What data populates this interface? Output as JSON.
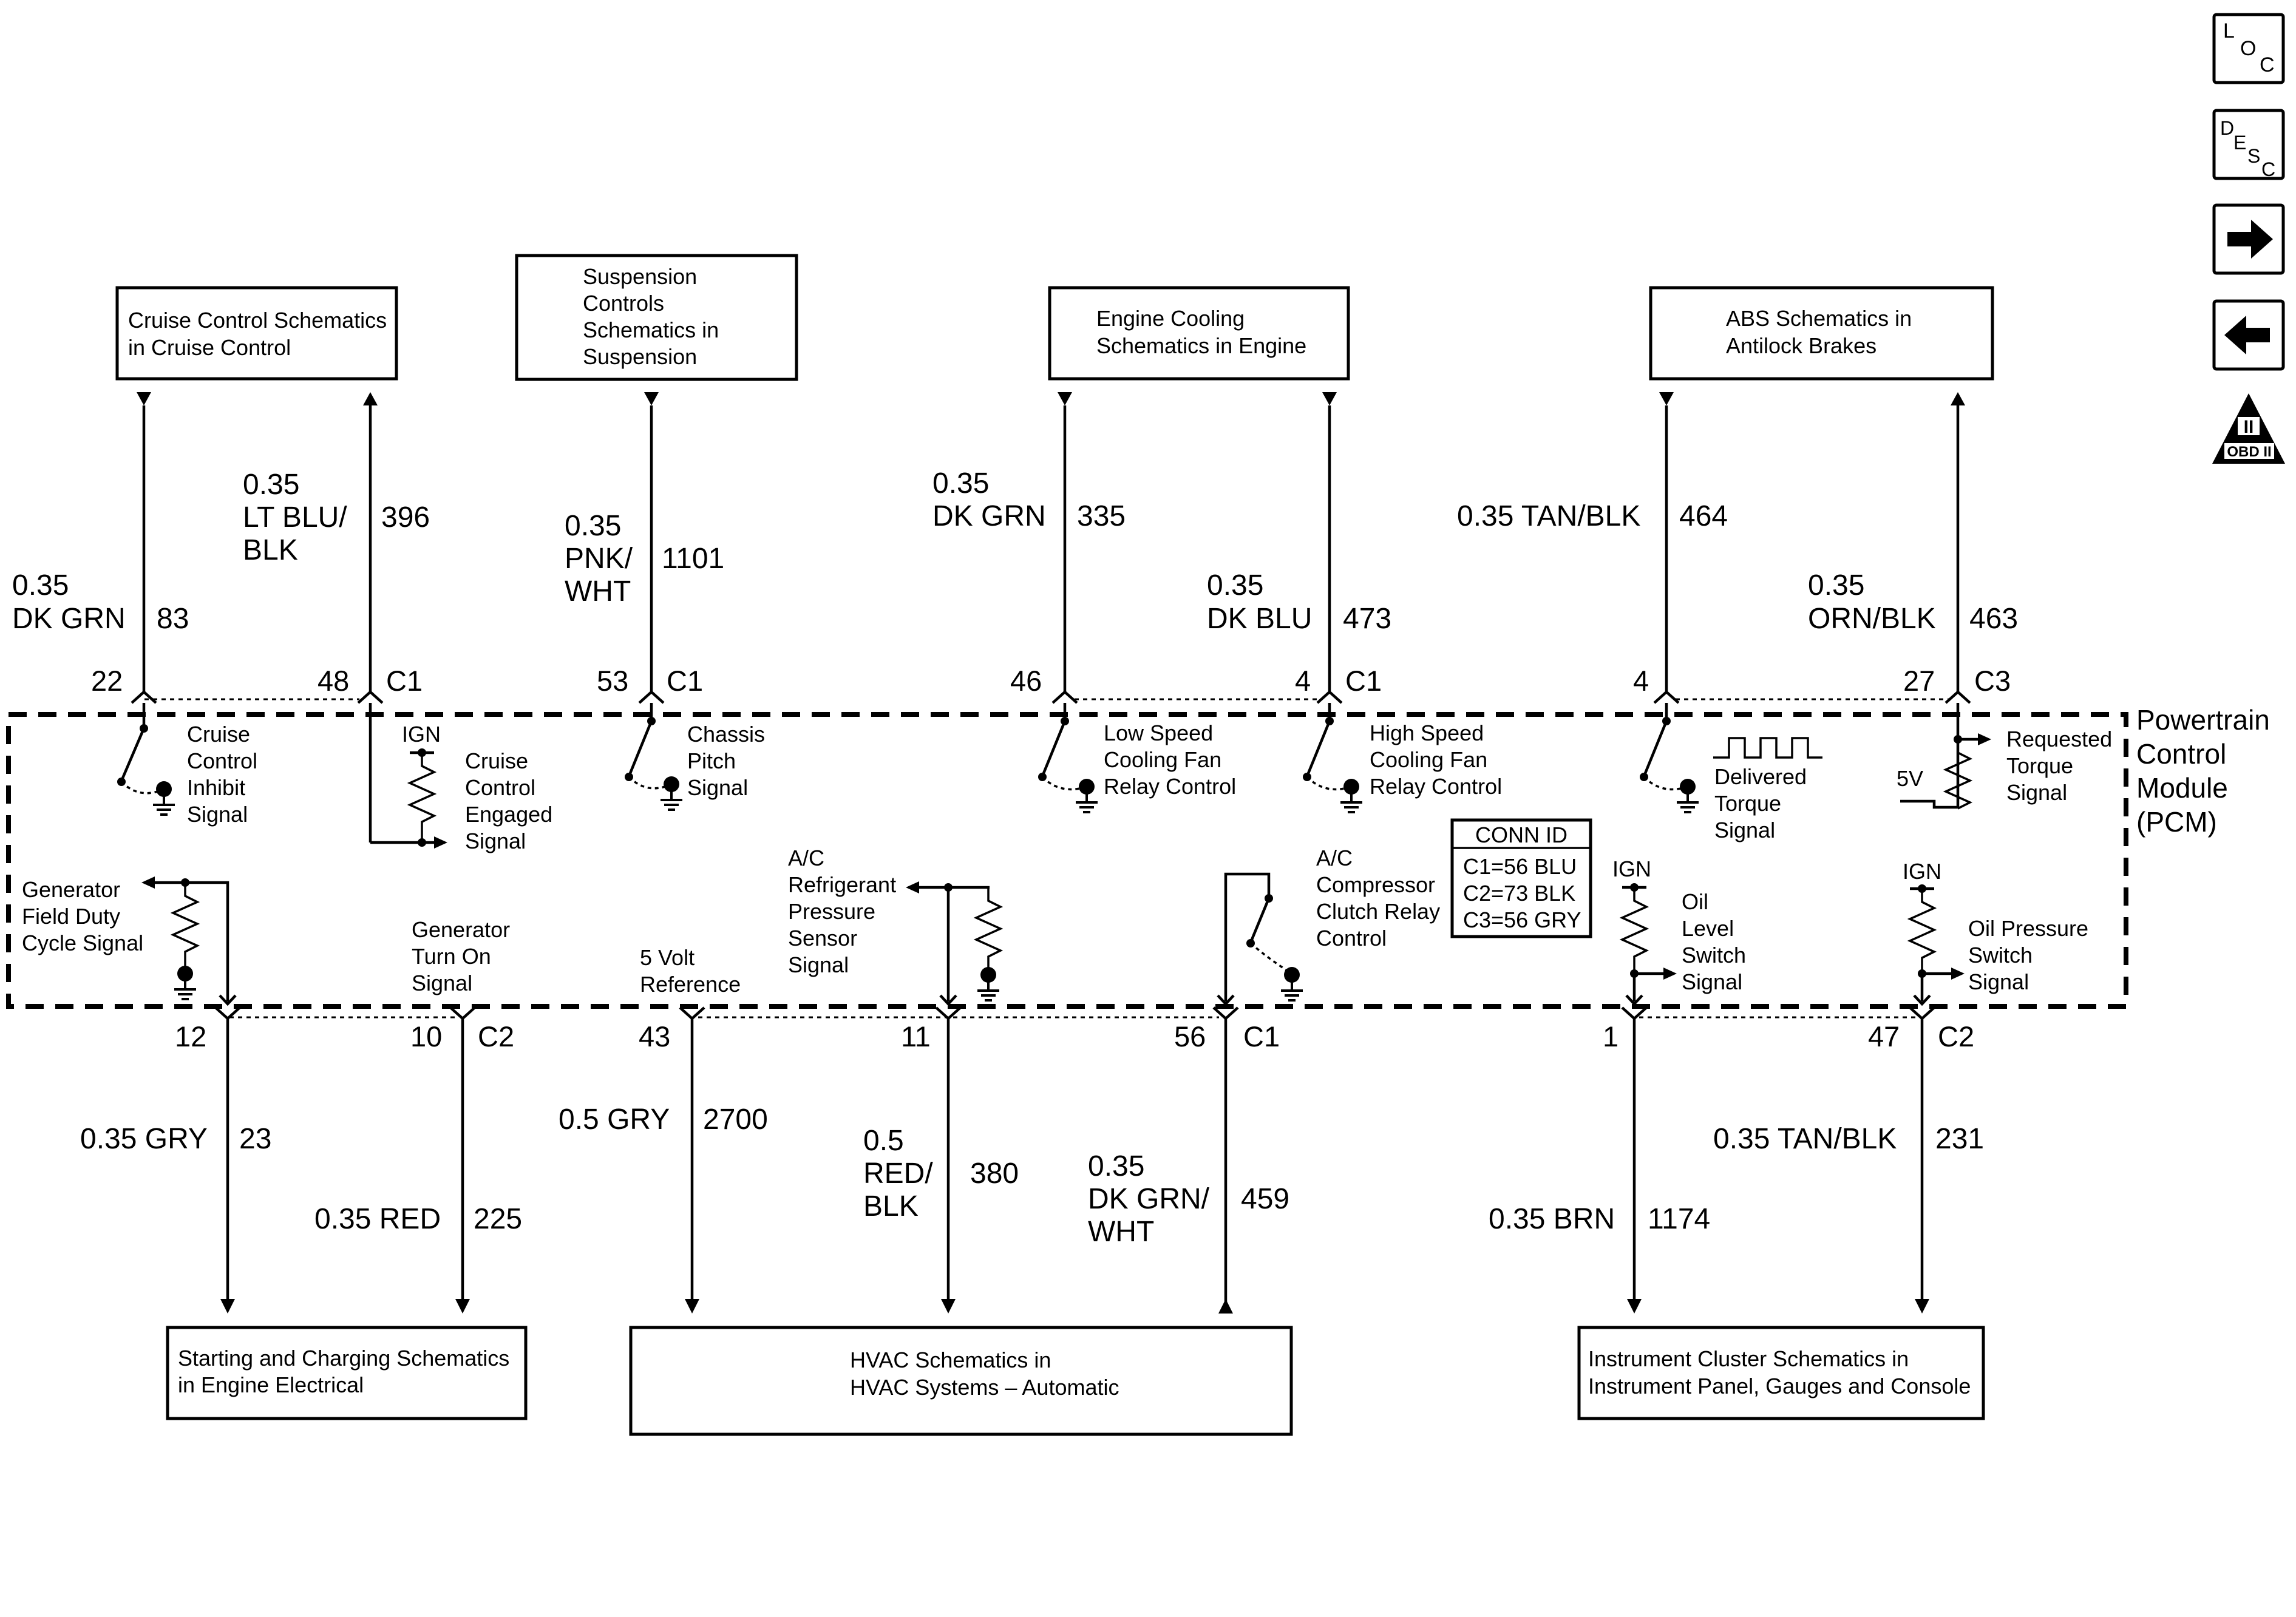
{
  "nav": {
    "loc": {
      "l": "L",
      "o": "O",
      "c": "C"
    },
    "desc": {
      "d": "D",
      "e": "E",
      "s": "S",
      "c": "C"
    },
    "obd": {
      "roman": "II",
      "text": "OBD II"
    }
  },
  "pcm": {
    "line1": "Powertrain",
    "line2": "Control",
    "line3": "Module",
    "line4": "(PCM)"
  },
  "conn_id": {
    "title": "CONN ID",
    "c1": "C1=56 BLU",
    "c2": "C2=73 BLK",
    "c3": "C3=56 GRY"
  },
  "top_boxes": {
    "cruise": {
      "l1": "Cruise Control Schematics",
      "l2": "in Cruise Control"
    },
    "suspension": {
      "l1": "Suspension",
      "l2": "Controls",
      "l3": "Schematics in",
      "l4": "Suspension"
    },
    "cooling": {
      "l1": "Engine Cooling",
      "l2": "Schematics in Engine"
    },
    "abs": {
      "l1": "ABS Schematics in",
      "l2": "Antilock Brakes"
    }
  },
  "bottom_boxes": {
    "starting": {
      "l1": "Starting and Charging Schematics",
      "l2": "in Engine Electrical"
    },
    "hvac": {
      "l1": "HVAC Schematics in",
      "l2": "HVAC Systems – Automatic"
    },
    "cluster": {
      "l1": "Instrument Cluster Schematics in",
      "l2": "Instrument Panel, Gauges and Console"
    }
  },
  "top_wires": {
    "w83": {
      "l1": "0.35",
      "l2": "DK GRN",
      "circuit": "83",
      "pin": "22"
    },
    "w396": {
      "l1": "0.35",
      "l2": "LT BLU/",
      "l3": "BLK",
      "circuit": "396",
      "pin": "48",
      "conn": "C1"
    },
    "w1101": {
      "l1": "0.35",
      "l2": "PNK/",
      "l3": "WHT",
      "circuit": "1101",
      "pin": "53",
      "conn": "C1"
    },
    "w335": {
      "l1": "0.35",
      "l2": "DK GRN",
      "circuit": "335",
      "pin": "46"
    },
    "w473": {
      "l1": "0.35",
      "l2": "DK BLU",
      "circuit": "473",
      "pin": "4",
      "conn": "C1"
    },
    "w464": {
      "l1": "0.35 TAN/BLK",
      "circuit": "464",
      "pin": "4"
    },
    "w463": {
      "l1": "0.35",
      "l2": "ORN/BLK",
      "circuit": "463",
      "pin": "27",
      "conn": "C3"
    }
  },
  "bottom_wires": {
    "w23": {
      "l1": "0.35 GRY",
      "circuit": "23",
      "pin": "12"
    },
    "w225": {
      "l1": "0.35 RED",
      "circuit": "225",
      "pin": "10",
      "conn": "C2"
    },
    "w2700": {
      "l1": "0.5 GRY",
      "circuit": "2700",
      "pin": "43"
    },
    "w380": {
      "l1": "0.5",
      "l2": "RED/",
      "l3": "BLK",
      "circuit": "380",
      "pin": "11"
    },
    "w459": {
      "l1": "0.35",
      "l2": "DK GRN/",
      "l3": "WHT",
      "circuit": "459",
      "pin": "56",
      "conn": "C1"
    },
    "w1174": {
      "l1": "0.35 BRN",
      "circuit": "1174",
      "pin": "1"
    },
    "w231": {
      "l1": "0.35 TAN/BLK",
      "circuit": "231",
      "pin": "47",
      "conn": "C2"
    }
  },
  "internal": {
    "cruise_inhibit": {
      "l1": "Cruise",
      "l2": "Control",
      "l3": "Inhibit",
      "l4": "Signal"
    },
    "cruise_engaged": {
      "ign": "IGN",
      "l1": "Cruise",
      "l2": "Control",
      "l3": "Engaged",
      "l4": "Signal"
    },
    "chassis_pitch": {
      "l1": "Chassis",
      "l2": "Pitch",
      "l3": "Signal"
    },
    "low_speed_fan": {
      "l1": "Low Speed",
      "l2": "Cooling Fan",
      "l3": "Relay Control"
    },
    "high_speed_fan": {
      "l1": "High Speed",
      "l2": "Cooling Fan",
      "l3": "Relay Control"
    },
    "delivered_torque": {
      "l1": "Delivered",
      "l2": "Torque",
      "l3": "Signal"
    },
    "requested_torque": {
      "v5": "5V",
      "l1": "Requested",
      "l2": "Torque",
      "l3": "Signal"
    },
    "gen_field": {
      "l1": "Generator",
      "l2": "Field Duty",
      "l3": "Cycle Signal"
    },
    "gen_turn_on": {
      "l1": "Generator",
      "l2": "Turn On",
      "l3": "Signal"
    },
    "five_volt": {
      "l1": "5 Volt",
      "l2": "Reference"
    },
    "ac_pressure": {
      "l1": "A/C",
      "l2": "Refrigerant",
      "l3": "Pressure",
      "l4": "Sensor",
      "l5": "Signal"
    },
    "ac_clutch": {
      "l1": "A/C",
      "l2": "Compressor",
      "l3": "Clutch Relay",
      "l4": "Control"
    },
    "oil_level": {
      "ign": "IGN",
      "l1": "Oil",
      "l2": "Level",
      "l3": "Switch",
      "l4": "Signal"
    },
    "oil_pressure": {
      "ign": "IGN",
      "l1": "Oil Pressure",
      "l2": "Switch",
      "l3": "Signal"
    }
  }
}
